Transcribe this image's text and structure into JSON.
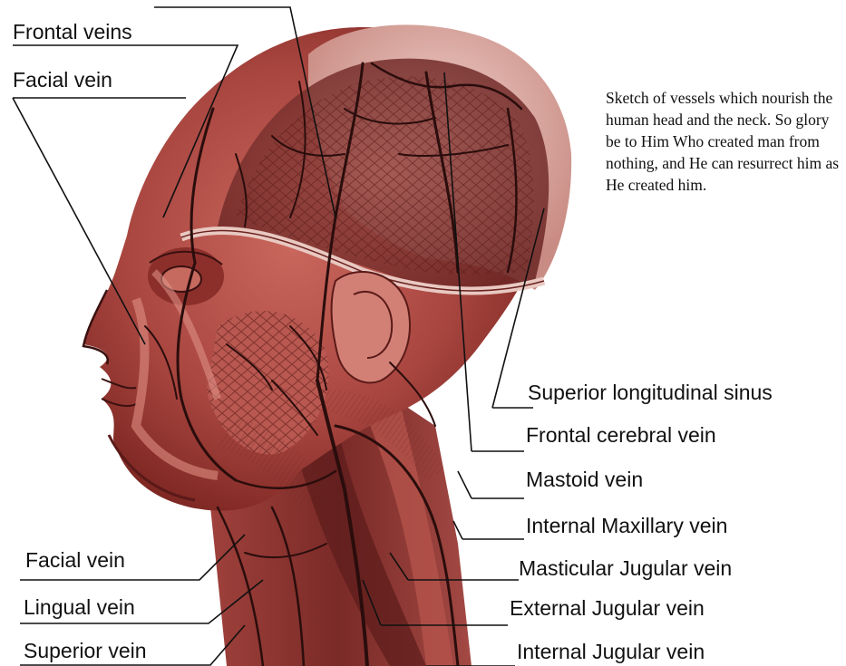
{
  "caption": "Sketch of vessels which nourish the human head and the neck. So glory be to Him Who created man from nothing, and He can resurrect him as He created him.",
  "labels": {
    "frontal_veins": "Frontal veins",
    "facial_vein_top": "Facial vein",
    "superior_longitudinal_sinus": "Superior longitudinal sinus",
    "frontal_cerebral_vein": "Frontal cerebral vein",
    "mastoid_vein": "Mastoid vein",
    "internal_maxillary_vein": "Internal Maxillary vein",
    "masticular_jugular_vein": "Masticular Jugular vein",
    "external_jugular_vein": "External Jugular vein",
    "internal_jugular_vein": "Internal Jugular vein",
    "facial_vein_bottom": "Facial vein",
    "lingual_vein": "Lingual vein",
    "superior_vein": "Superior vein"
  },
  "colors": {
    "muscle_dark": "#8e2f2a",
    "muscle_mid": "#b5524a",
    "muscle_light": "#d78a7f",
    "skull_pale": "#e6c2bb",
    "vessel": "#2a0d0c",
    "leader_line": "#111111"
  }
}
